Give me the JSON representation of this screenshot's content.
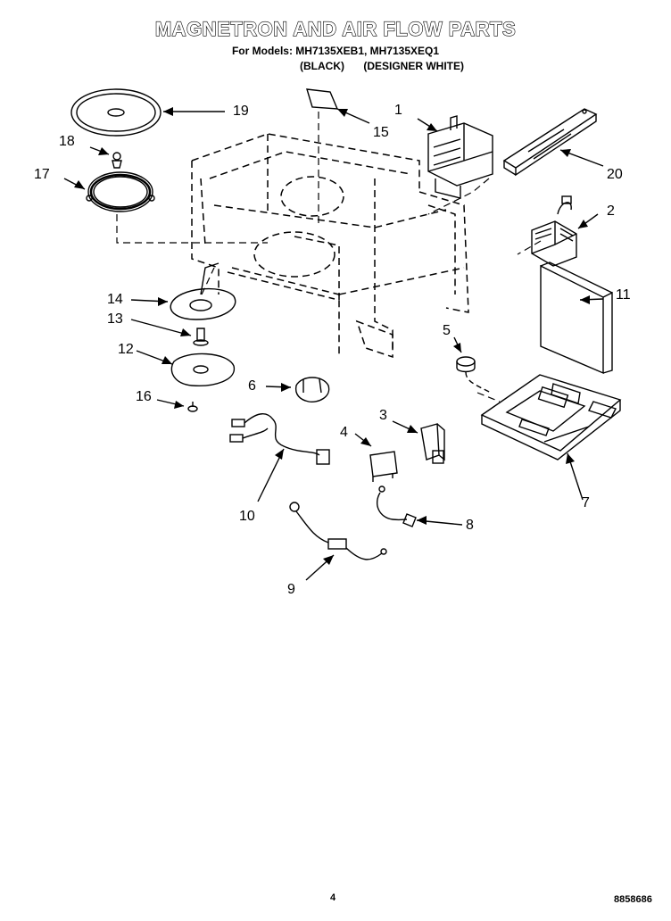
{
  "header": {
    "title": "MAGNETRON AND AIR FLOW PARTS",
    "models": "For Models: MH7135XEB1, MH7135XEQ1",
    "variants": [
      "(BLACK)",
      "(DESIGNER WHITE)"
    ]
  },
  "callouts": [
    "1",
    "2",
    "3",
    "4",
    "5",
    "6",
    "7",
    "8",
    "9",
    "10",
    "11",
    "12",
    "13",
    "14",
    "15",
    "16",
    "17",
    "18",
    "19",
    "20"
  ],
  "footer": {
    "page": "4",
    "doc": "8858686"
  }
}
